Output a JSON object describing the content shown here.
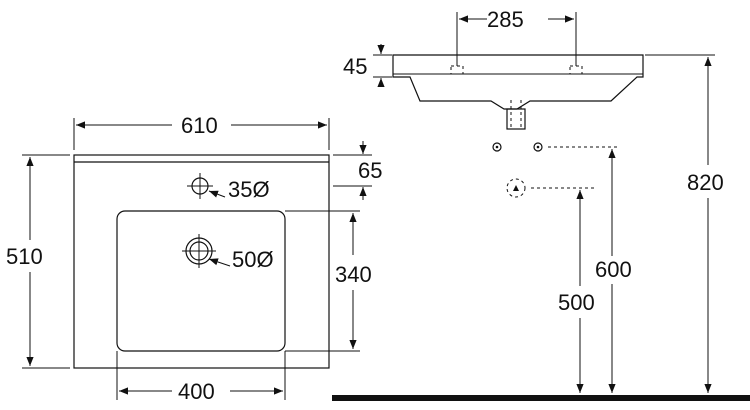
{
  "plan_view": {
    "width_label": "610",
    "depth_label": "510",
    "back_edge_label": "65",
    "tap_hole_label": "35Ø",
    "drain_label": "50Ø",
    "bowl_depth_label": "340",
    "bowl_width_label": "400"
  },
  "side_view": {
    "tap_spacing_label": "285",
    "rim_thickness_label": "45",
    "top_height_label": "820",
    "outlet_height_label": "600",
    "drain_height_label": "500"
  },
  "colors": {
    "line": "#111111",
    "floor": "#111111",
    "background": "#ffffff"
  }
}
